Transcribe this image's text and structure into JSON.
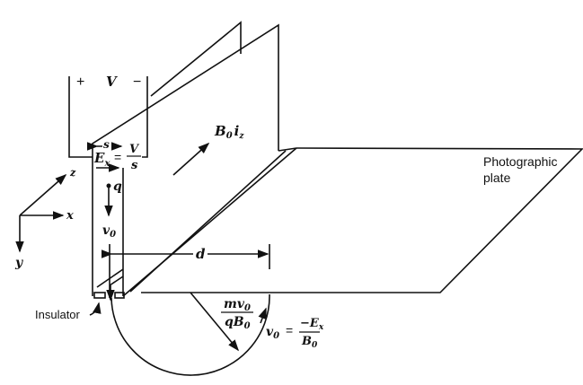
{
  "labels": {
    "plus": "+",
    "voltage": "V",
    "minus": "−",
    "spacing": "s",
    "field_lhs": "E",
    "field_sub": "x",
    "field_eq": "=",
    "field_num": "V",
    "field_den": "s",
    "charge": "q",
    "velocity": "v",
    "velocity_sub": "0",
    "magnetic_field": "B",
    "magnetic_sub": "0",
    "magnetic_unit": "i",
    "magnetic_unit_sub": "z",
    "axis_x": "x",
    "axis_y": "y",
    "axis_z": "z",
    "distance": "d",
    "insulator": "Insulator",
    "plate_line1": "Photographic",
    "plate_line2": "plate",
    "radius_num": "mv",
    "radius_num_sub": "0",
    "radius_den": "qB",
    "radius_den_sub": "0",
    "v0_lhs": "v",
    "v0_lhs_sub": "0",
    "v0_eq": "=",
    "v0_num": "−E",
    "v0_num_sub": "x",
    "v0_den": "B",
    "v0_den_sub": "0"
  }
}
